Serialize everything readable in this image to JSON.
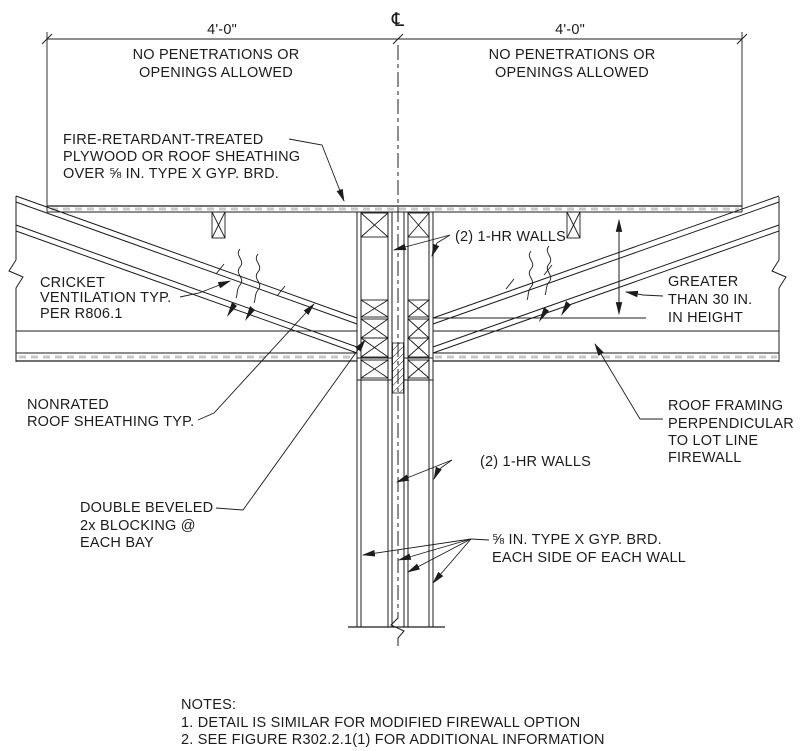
{
  "drawing": {
    "dim_left": "4'-0\"",
    "dim_right": "4'-0\"",
    "centerline_symbol": "℄"
  },
  "labels": {
    "no_pen_left": {
      "l1": "NO PENETRATIONS OR",
      "l2": "OPENINGS ALLOWED"
    },
    "no_pen_right": {
      "l1": "NO PENETRATIONS OR",
      "l2": "OPENINGS ALLOWED"
    },
    "fire_retardant": {
      "l1": "FIRE-RETARDANT-TREATED",
      "l2": "PLYWOOD OR ROOF SHEATHING",
      "l3": "OVER ⅝ IN. TYPE X GYP. BRD."
    },
    "one_hr_walls_upper": "(2) 1-HR WALLS",
    "cricket_vent": {
      "l1": "CRICKET",
      "l2": "VENTILATION TYP.",
      "l3": "PER R806.1"
    },
    "greater_height": {
      "l1": "GREATER",
      "l2": "THAN 30 IN.",
      "l3": "IN HEIGHT"
    },
    "nonrated": {
      "l1": "NONRATED",
      "l2": "ROOF SHEATHING TYP."
    },
    "roof_framing": {
      "l1": "ROOF FRAMING",
      "l2": "PERPENDICULAR",
      "l3": "TO LOT LINE",
      "l4": "FIREWALL"
    },
    "double_beveled": {
      "l1": "DOUBLE BEVELED",
      "l2": "2x BLOCKING @",
      "l3": "EACH BAY"
    },
    "one_hr_walls_lower": "(2) 1-HR WALLS",
    "gyp_each_side": {
      "l1": "⅝ IN. TYPE X GYP. BRD.",
      "l2": "EACH SIDE OF EACH WALL"
    }
  },
  "notes": {
    "heading": "NOTES:",
    "item1": "1.   DETAIL IS SIMILAR FOR MODIFIED FIREWALL OPTION",
    "item2": "2.   SEE FIGURE R302.2.1(1) FOR ADDITIONAL INFORMATION"
  },
  "colors": {
    "line": "#1c1c1c",
    "background": "#ffffff"
  }
}
